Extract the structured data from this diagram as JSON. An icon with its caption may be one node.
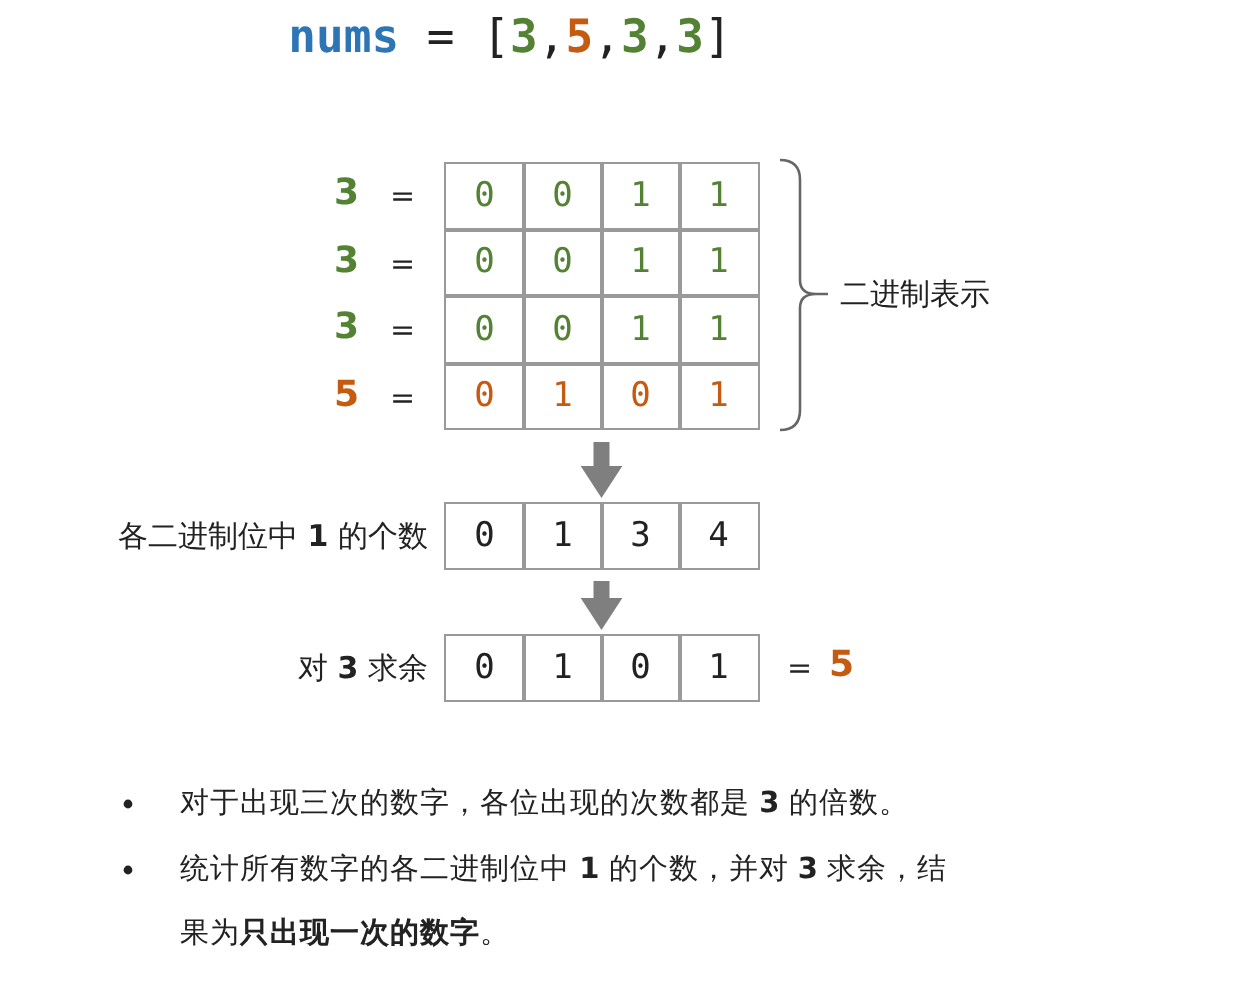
{
  "diagram": {
    "title": "nums = [3,5,3,3]",
    "nodes": [
      {
        "text": [
          "0",
          "0",
          "1",
          "1"
        ],
        "beside": [
          "3",
          "="
        ]
      },
      {
        "text": [
          "0",
          "0",
          "1",
          "1"
        ],
        "beside": [
          "3",
          "="
        ]
      },
      {
        "text": [
          "0",
          "0",
          "1",
          "1"
        ],
        "beside": [
          "3",
          "="
        ]
      },
      {
        "text": [
          "0",
          "1",
          "0",
          "1"
        ],
        "beside": [
          "5",
          "="
        ]
      },
      {
        "text": [
          "0",
          "1",
          "3",
          "4"
        ],
        "beside": [
          "各二进制位中 **1** 的个数"
        ]
      },
      {
        "text": [
          "0",
          "1",
          "0",
          "1"
        ],
        "beside": [
          "对 **3** 求余",
          "=",
          "5"
        ]
      }
    ],
    "edges": [
      {
        "from": 3,
        "to": 4,
        "arrow": "to"
      },
      {
        "from": 4,
        "to": 5,
        "arrow": "to"
      }
    ],
    "labels": [
      "二进制表示",
      "对于出现三次的数字，各位出现的次数都是 **3** 的倍数。",
      "统计所有数字的各二进制位中 **1** 的个数，并对 **3** 求余，结果为**只出现一次的数字**。"
    ]
  }
}
